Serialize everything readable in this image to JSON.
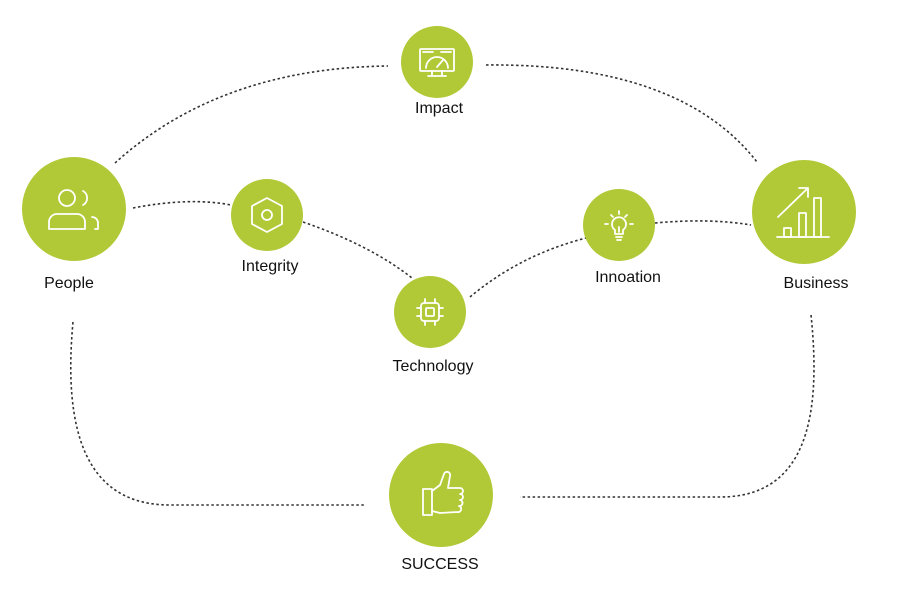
{
  "accent_color": "#b1c936",
  "nodes": {
    "impact": {
      "label": "Impact",
      "icon": "speedometer-monitor-icon"
    },
    "people": {
      "label": "People",
      "icon": "users-icon"
    },
    "integrity": {
      "label": "Integrity",
      "icon": "hexagon-nut-icon"
    },
    "technology": {
      "label": "Technology",
      "icon": "chip-icon"
    },
    "innovation": {
      "label": "Innoation",
      "icon": "lightbulb-icon"
    },
    "business": {
      "label": "Business",
      "icon": "bar-chart-growth-icon"
    },
    "success": {
      "label": "SUCCESS",
      "icon": "thumbs-up-icon"
    }
  }
}
